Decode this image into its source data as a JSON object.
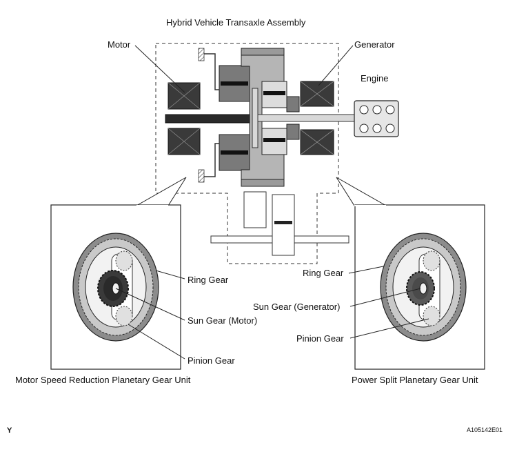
{
  "title": "Hybrid Vehicle Transaxle Assembly",
  "labels": {
    "motor": "Motor",
    "generator": "Generator",
    "engine": "Engine",
    "left_ring": "Ring Gear",
    "left_sun": "Sun Gear (Motor)",
    "left_pinion": "Pinion Gear",
    "right_ring": "Ring Gear",
    "right_sun": "Sun Gear (Generator)",
    "right_pinion": "Pinion Gear"
  },
  "captions": {
    "left_unit": "Motor Speed Reduction Planetary Gear Unit",
    "right_unit": "Power Split Planetary Gear Unit"
  },
  "footer": {
    "corner_mark": "Y",
    "figure_id": "A105142E01"
  }
}
